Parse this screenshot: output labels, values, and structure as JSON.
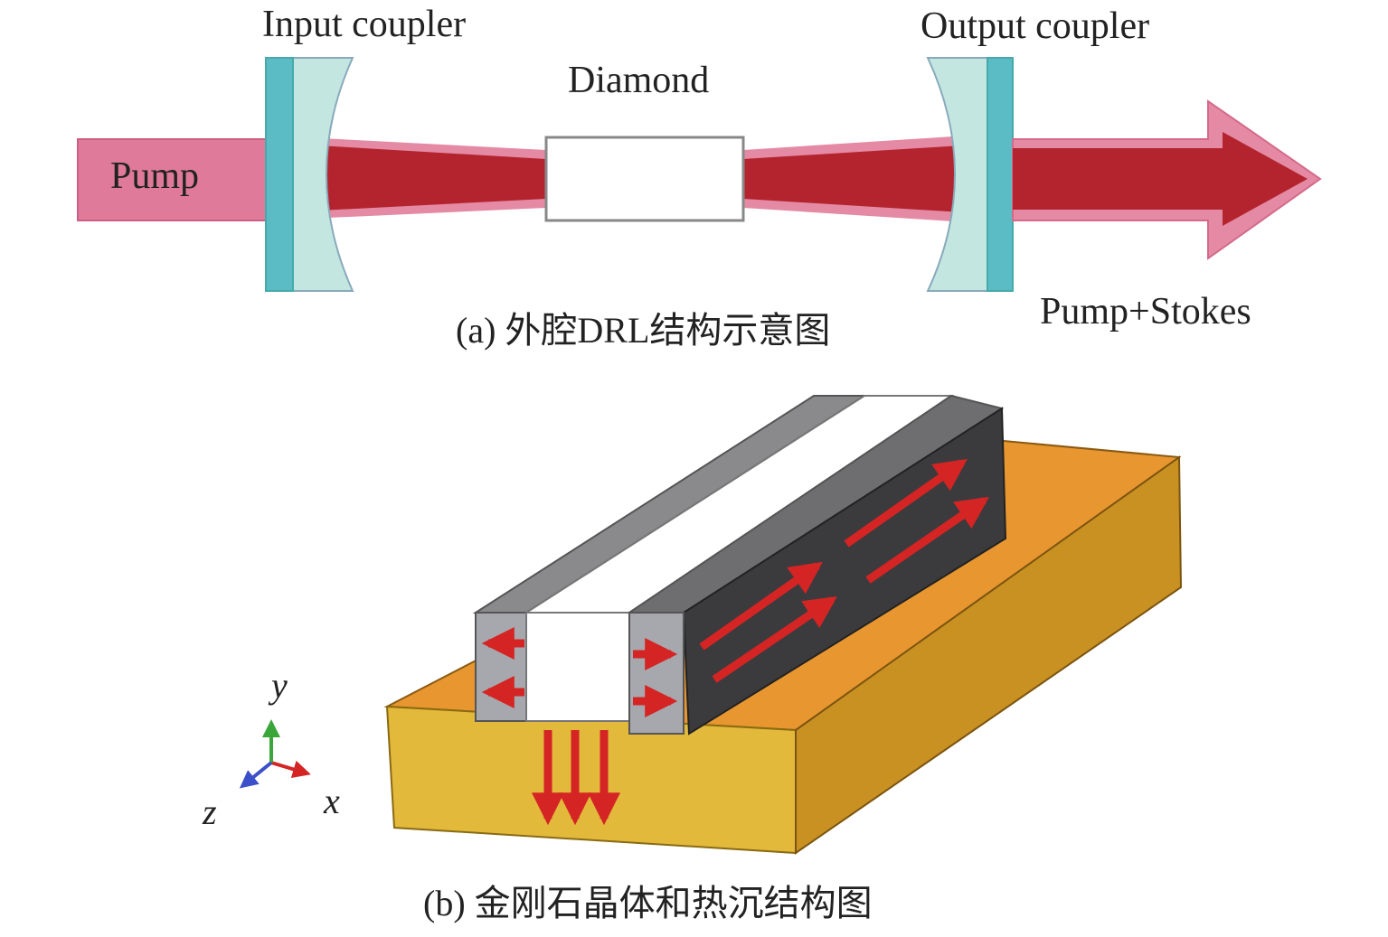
{
  "panel_a": {
    "input_coupler": "Input coupler",
    "output_coupler": "Output coupler",
    "diamond": "Diamond",
    "pump": "Pump",
    "output_beam": "Pump+Stokes",
    "caption": "(a) 外腔DRL结构示意图"
  },
  "panel_b": {
    "axis_x": "x",
    "axis_y": "y",
    "axis_z": "z",
    "caption": "(b) 金刚石晶体和热沉结构图"
  },
  "colors": {
    "pump": "#e07a9a",
    "beam": "#b3242f",
    "mirror_front": "#5bbcc6",
    "mirror_back": "#c3e6e0",
    "heatsink_top": "#e8962f",
    "heatsink_front": "#e2b93b",
    "crystal_dark": "#3b3b3d",
    "heat_arrow": "#d42424"
  }
}
